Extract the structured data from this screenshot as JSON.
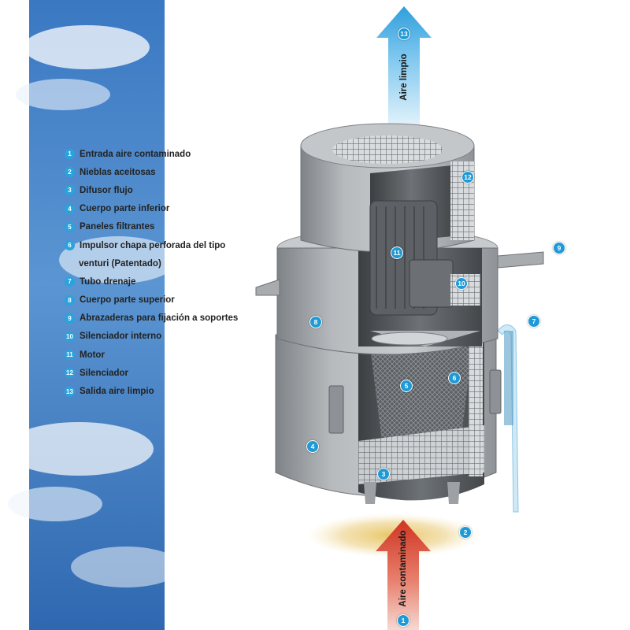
{
  "legend": [
    {
      "num": "1",
      "lines": [
        "Entrada aire contaminado"
      ]
    },
    {
      "num": "2",
      "lines": [
        "Nieblas aceitosas"
      ]
    },
    {
      "num": "3",
      "lines": [
        "Difusor flujo"
      ]
    },
    {
      "num": "4",
      "lines": [
        "Cuerpo parte inferior"
      ]
    },
    {
      "num": "5",
      "lines": [
        "Paneles filtrantes"
      ]
    },
    {
      "num": "6",
      "lines": [
        "Impulsor chapa perforada del tipo",
        "venturi (Patentado)"
      ]
    },
    {
      "num": "7",
      "lines": [
        "Tubo drenaje"
      ]
    },
    {
      "num": "8",
      "lines": [
        "Cuerpo parte superior"
      ]
    },
    {
      "num": "9",
      "lines": [
        "Abrazaderas para fijación a soportes"
      ]
    },
    {
      "num": "10",
      "lines": [
        "Silenciador interno"
      ]
    },
    {
      "num": "11",
      "lines": [
        "Motor"
      ]
    },
    {
      "num": "12",
      "lines": [
        "Silenciador"
      ]
    },
    {
      "num": "13",
      "lines": [
        "Salida aire limpio"
      ]
    }
  ],
  "arrows": {
    "outlet": {
      "label": "Aire limpio",
      "num": "13"
    },
    "inlet": {
      "label": "Aire contaminado",
      "num": "1"
    }
  },
  "callouts": [
    "12",
    "11",
    "10",
    "9",
    "8",
    "7",
    "6",
    "5",
    "4",
    "3",
    "2"
  ],
  "colors": {
    "badge": "#1f9ad6",
    "clean_air_arrow": "#3aa8e0",
    "dirty_air_arrow": "#d8402e",
    "mist": "#e2b84a",
    "sky": "#3f7fc6"
  }
}
